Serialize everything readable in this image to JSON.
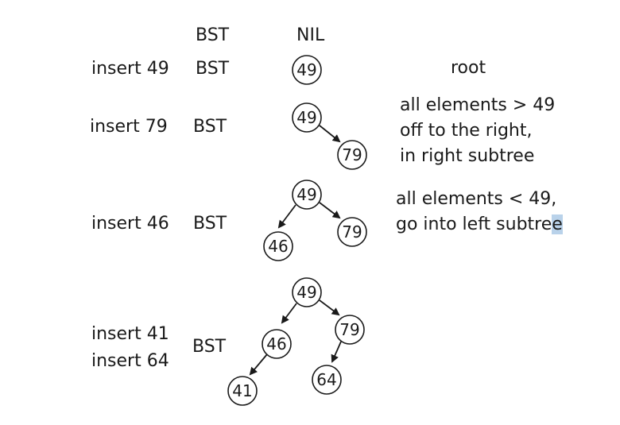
{
  "header": {
    "col_bst": "BST",
    "col_nil": "NIL"
  },
  "steps": [
    {
      "op": "insert 49",
      "kind": "BST"
    },
    {
      "op": "insert 79",
      "kind": "BST"
    },
    {
      "op": "insert 46",
      "kind": "BST"
    },
    {
      "op_lines": [
        "insert 41",
        "insert 64"
      ],
      "kind": "BST"
    }
  ],
  "notes": {
    "root": "root",
    "right": [
      "all elements > 49",
      "off to the right,",
      "in right subtree"
    ],
    "left_a": "all elements < 49,",
    "left_b_main": "go into left subtre",
    "left_b_highlight": "e"
  },
  "trees": {
    "tree1": {
      "nodes": [
        "49"
      ]
    },
    "tree2": {
      "nodes": [
        "49",
        "79"
      ]
    },
    "tree3": {
      "nodes": [
        "49",
        "46",
        "79"
      ]
    },
    "tree4": {
      "nodes": [
        "49",
        "46",
        "79",
        "41",
        "64"
      ]
    }
  },
  "colors": {
    "ink": "#1a1a1a",
    "highlight": "#b9d2ea"
  }
}
